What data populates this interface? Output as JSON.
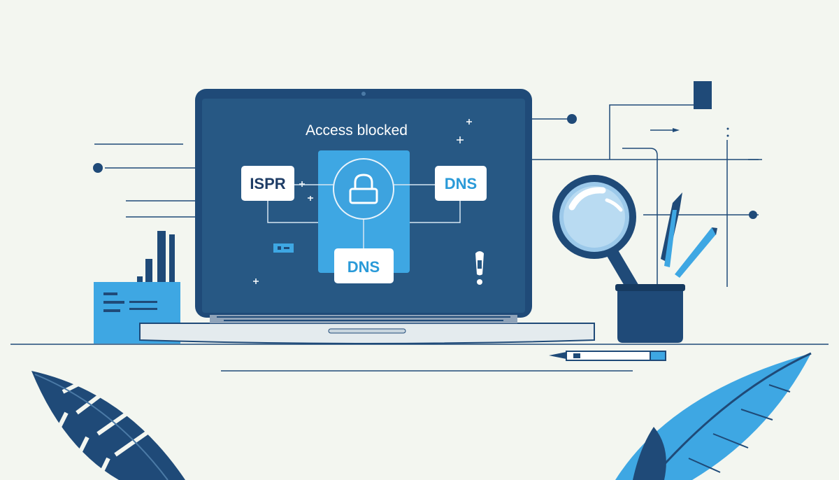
{
  "screen": {
    "title": "Access blocked"
  },
  "nodes": {
    "left_label": "ISPR",
    "right_label": "DNS",
    "bottom_label": "DNS"
  },
  "icons": {
    "center": "lock-icon",
    "warning": "exclamation-icon",
    "magnifier": "magnifying-glass-icon"
  },
  "colors": {
    "background": "#f3f6f0",
    "navy": "#1f4a78",
    "screen": "#275884",
    "accent_blue": "#3ea7e3",
    "label_dark": "#1f3d66",
    "label_blue": "#2a9ad8"
  }
}
